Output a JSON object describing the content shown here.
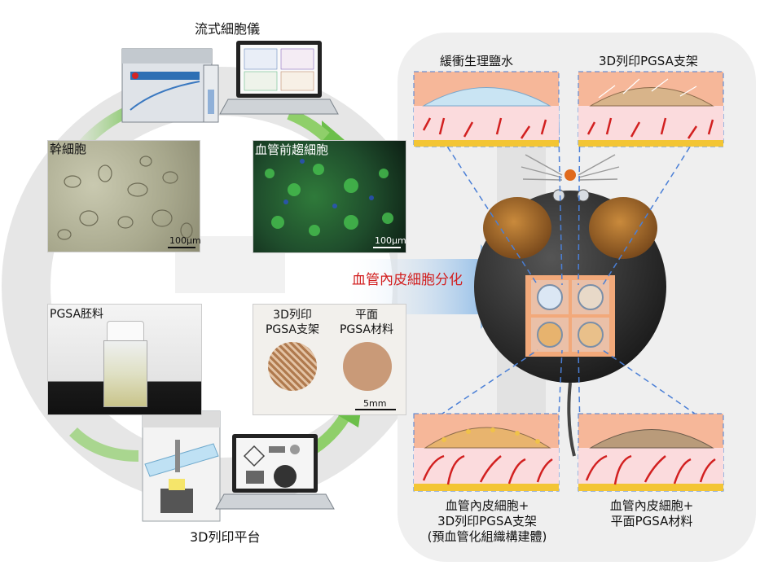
{
  "left": {
    "flow_cytometer": "流式細胞儀",
    "stem_cells": "幹細胞",
    "stem_scale": "100μm",
    "endothelial_progenitor": "血管前趨細胞",
    "progenitor_scale": "100μm",
    "pgsa_preform": "PGSA胚料",
    "printed_line1": "3D列印",
    "printed_line2": "PGSA支架",
    "flat_line1": "平面",
    "flat_line2": "PGSA材料",
    "disk_scale": "5mm",
    "platform": "3D列印平台"
  },
  "center": {
    "differentiation": "血管內皮細胞分化"
  },
  "right": {
    "saline": "緩衝生理鹽水",
    "scaffold_top": "3D列印PGSA支架",
    "combo_line1": "血管內皮細胞+",
    "combo_line2": "3D列印PGSA支架",
    "combo_line3": "(預血管化組織構建體)",
    "flat_combo_line1": "血管內皮細胞+",
    "flat_combo_line2": "平面PGSA材料"
  },
  "colors": {
    "differentiation_text": "#d21f1f",
    "dash": "#4a7fd6",
    "skin": "#f1b08a",
    "vessel": "#d22020",
    "fat": "#f3c534"
  }
}
